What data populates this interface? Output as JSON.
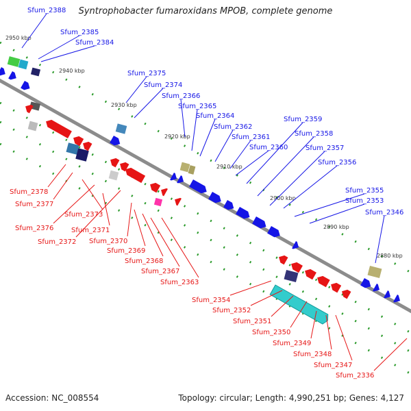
{
  "title": "Syntrophobacter fumaroxidans MPOB, complete genome",
  "footer": {
    "accession": "Accession: NC_008554",
    "stats": "Topology: circular; Length: 4,990,251 bp; Genes: 4,127"
  },
  "colors": {
    "backbone": "#8c8c8c",
    "forward": "#1515e6",
    "reverse": "#e61515",
    "tick": "#1f8c1f",
    "tick_minor": "#2a9a2a"
  },
  "ticks": [
    "2950 kbp",
    "2940 kbp",
    "2930 kbp",
    "2920 kbp",
    "2910 kbp",
    "2900 kbp",
    "2890 kbp",
    "2880 kbp"
  ],
  "top_labels": [
    "Sfum_2388",
    "Sfum_2385",
    "Sfum_2384",
    "Sfum_2375",
    "Sfum_2374",
    "Sfum_2366",
    "Sfum_2365",
    "Sfum_2364",
    "Sfum_2362",
    "Sfum_2361",
    "Sfum_2360",
    "Sfum_2359",
    "Sfum_2358",
    "Sfum_2357",
    "Sfum_2356",
    "Sfum_2355",
    "Sfum_2353",
    "Sfum_2346"
  ],
  "bottom_labels": [
    "Sfum_2378",
    "Sfum_2377",
    "Sfum_2373",
    "Sfum_2376",
    "Sfum_2371",
    "Sfum_2372",
    "Sfum_2370",
    "Sfum_2369",
    "Sfum_2368",
    "Sfum_2367",
    "Sfum_2363",
    "Sfum_2354",
    "Sfum_2352",
    "Sfum_2351",
    "Sfum_2350",
    "Sfum_2349",
    "Sfum_2348",
    "Sfum_2347",
    "Sfum_2336"
  ]
}
